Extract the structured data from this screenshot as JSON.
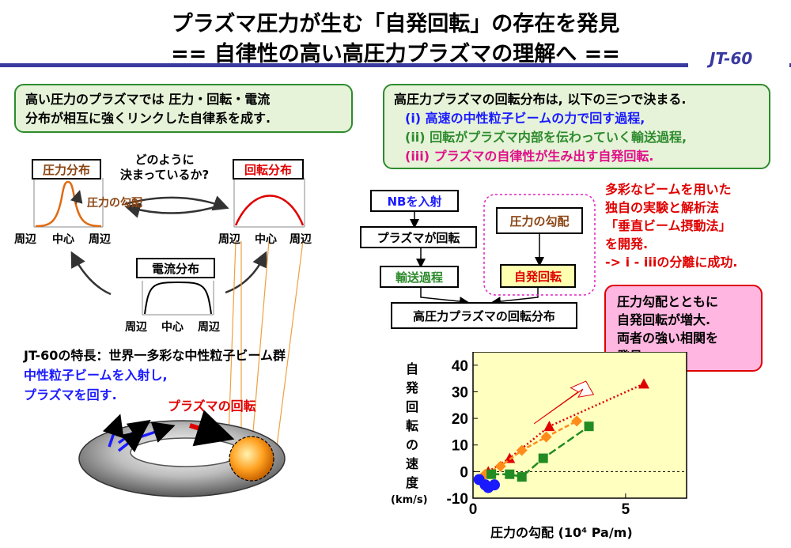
{
  "title": {
    "line1": "プラズマ圧力が生む「自発回転」の存在を発見",
    "line2": "== 自律性の高い高圧力プラズマの理解へ =="
  },
  "tag": "JT-60",
  "colors": {
    "accent": "#3a3aa0",
    "green": "#2e8b2e",
    "blue": "#1a1aff",
    "red": "#e00000",
    "orange": "#c86400",
    "pink": "#ff88cc"
  },
  "intro_box": {
    "line1": "高い圧力のプラズマでは 圧力・回転・電流",
    "line2": "分布が相互に強くリンクした自律系を成す."
  },
  "profiles": {
    "pressure_label": "圧力分布",
    "rotation_label": "回転分布",
    "current_label": "電流分布",
    "gradient_label": "圧力の勾配",
    "question_line1": "どのように",
    "question_line2": "決まっているか?",
    "axis_edge": "周辺",
    "axis_center": "中心"
  },
  "jt60": {
    "feature": "JT-60の特長：世界一多彩な中性粒子ビーム群",
    "inject_line1": "中性粒子ビームを入射し,",
    "inject_line2": "プラズマを回す.",
    "rotation_label": "プラズマの回転"
  },
  "summary_box": {
    "line0": "高圧力プラズマの回転分布は, 以下の三つで決まる.",
    "item1": "(i) 高速の中性粒子ビームの力で回す過程,",
    "item2": "(ii) 回転がプラズマ内部を伝わっていく輸送過程,",
    "item3": "(iii) プラズマの自律性が生み出す自発回転."
  },
  "flow": {
    "nb": "NBを入射",
    "rotate": "プラズマが回転",
    "transport": "輸送過程",
    "gradient": "圧力の勾配",
    "spontaneous": "自発回転",
    "result": "高圧力プラズマの回転分布"
  },
  "method_note": {
    "line1": "多彩なビームを用いた",
    "line2": "独自の実験と解析法",
    "line3": "「垂直ビーム摂動法」",
    "line4": "を開発.",
    "line5": "-> i - iiiの分離に成功."
  },
  "pink_note": {
    "line1": "圧力勾配とともに",
    "line2": "自発回転が増大.",
    "line3": "両者の強い相関を",
    "line4": "発見."
  },
  "chart_data": {
    "type": "scatter",
    "ylabel_chars": [
      "自",
      "発",
      "回",
      "転",
      "の",
      "速",
      "度"
    ],
    "ylabel_unit": "(km/s)",
    "xlabel": "圧力の勾配 (10⁴ Pa/m)",
    "xlim": [
      0,
      7
    ],
    "ylim": [
      -10,
      45
    ],
    "yticks": [
      -10,
      0,
      10,
      20,
      30,
      40
    ],
    "xticks": [
      0,
      5
    ],
    "series": [
      {
        "color": "#e00000",
        "marker": "triangle",
        "points": [
          [
            0.5,
            0
          ],
          [
            1.2,
            5
          ],
          [
            2.5,
            17
          ],
          [
            5.6,
            33
          ]
        ]
      },
      {
        "color": "#ff8c1a",
        "marker": "diamond",
        "points": [
          [
            0.4,
            -1
          ],
          [
            0.9,
            2
          ],
          [
            1.6,
            8
          ],
          [
            2.4,
            13
          ],
          [
            3.4,
            19
          ]
        ]
      },
      {
        "color": "#228b22",
        "marker": "square",
        "points": [
          [
            0.6,
            -1
          ],
          [
            1.2,
            -1
          ],
          [
            1.6,
            -2
          ],
          [
            2.3,
            5
          ],
          [
            3.8,
            17
          ]
        ]
      },
      {
        "color": "#1a1aff",
        "marker": "circle",
        "points": [
          [
            0.2,
            -3
          ],
          [
            0.4,
            -5
          ],
          [
            0.7,
            -5
          ],
          [
            0.5,
            -6
          ]
        ]
      }
    ]
  }
}
